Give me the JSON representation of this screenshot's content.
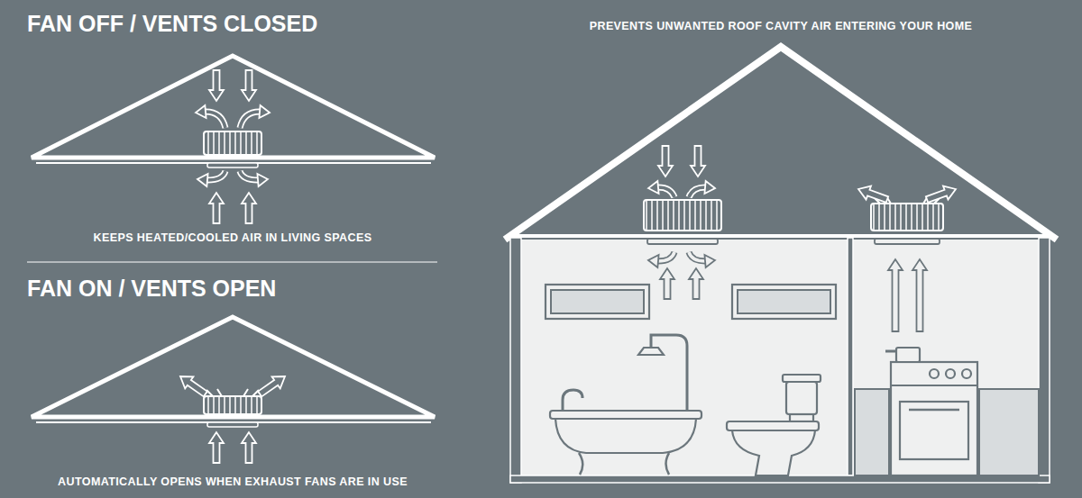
{
  "diagram": {
    "labels": [
      "FAN OFF / VENTS CLOSED",
      "KEEPS HEATED/COOLED AIR IN LIVING SPACES",
      "FAN ON / VENTS OPEN",
      "AUTOMATICALLY OPENS WHEN EXHAUST FANS ARE IN USE",
      "PREVENTS UNWANTED ROOF CAVITY AIR ENTERING YOUR HOME"
    ]
  }
}
